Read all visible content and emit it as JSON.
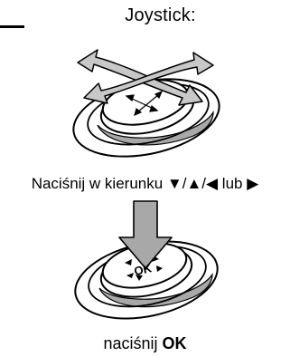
{
  "heading": "Joystick:",
  "instruction_directions": "Naciśnij w kierunku ▼/▲/◀ lub ▶",
  "instruction_press_prefix": "naciśnij ",
  "instruction_press_key": "OK",
  "joystick_key_label": "OK",
  "colors": {
    "line": "#000000",
    "shadow": "#a8a8a8",
    "arrow_fill": "#c8c8c8",
    "background": "#ffffff"
  }
}
